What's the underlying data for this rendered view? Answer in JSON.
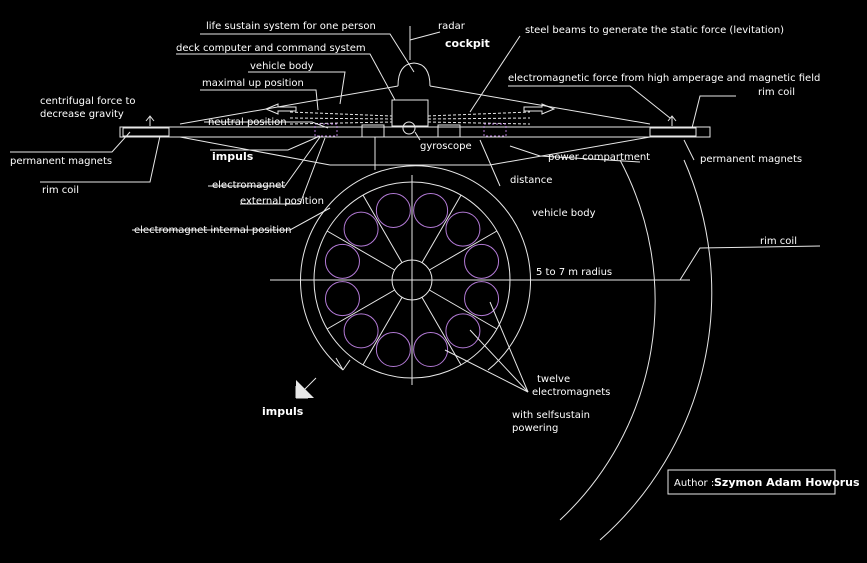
{
  "labels": {
    "life_sustain": "life sustain system for one person",
    "radar": "radar",
    "cockpit": "cockpit",
    "steel_beams": "steel beams to generate the static force (levitation)",
    "deck_computer": "deck computer and command system",
    "vehicle_body_top": "vehicle body",
    "maximal_up": "maximal up position",
    "em_force": "electromagnetic force from high amperage and magnetic field",
    "rim_coil_right_top": "rim coil",
    "centrifugal_1": "centrifugal force to",
    "centrifugal_2": "decrease gravity",
    "neutral_position": "neutral position",
    "permanent_magnets_left": "permanent magnets",
    "permanent_magnets_right": "permanent magnets",
    "impuls_top": "impuls",
    "gyroscope": "gyroscope",
    "power_compartment": "power compartment",
    "rim_coil_left": "rim coil",
    "electromagnet": "electromagnet",
    "distance": "distance",
    "external_position": "external position",
    "vehicle_body_plan": "vehicle body",
    "em_internal": "electromagnet internal position",
    "rim_coil_right": "rim coil",
    "radius": "5 to 7 m radius",
    "twelve_1": "twelve",
    "twelve_2": "electromagnets",
    "selfsustain_1": "with selfsustain",
    "selfsustain_2": "powering",
    "impuls_bottom": "impuls"
  },
  "author": {
    "prefix": "Author  :",
    "name": "Szymon Adam Howorus"
  },
  "colors": {
    "line": "#e8e8e8",
    "magnet": "#b37ad6",
    "background": "#000000"
  },
  "plan_view": {
    "electromagnet_count": 12
  }
}
